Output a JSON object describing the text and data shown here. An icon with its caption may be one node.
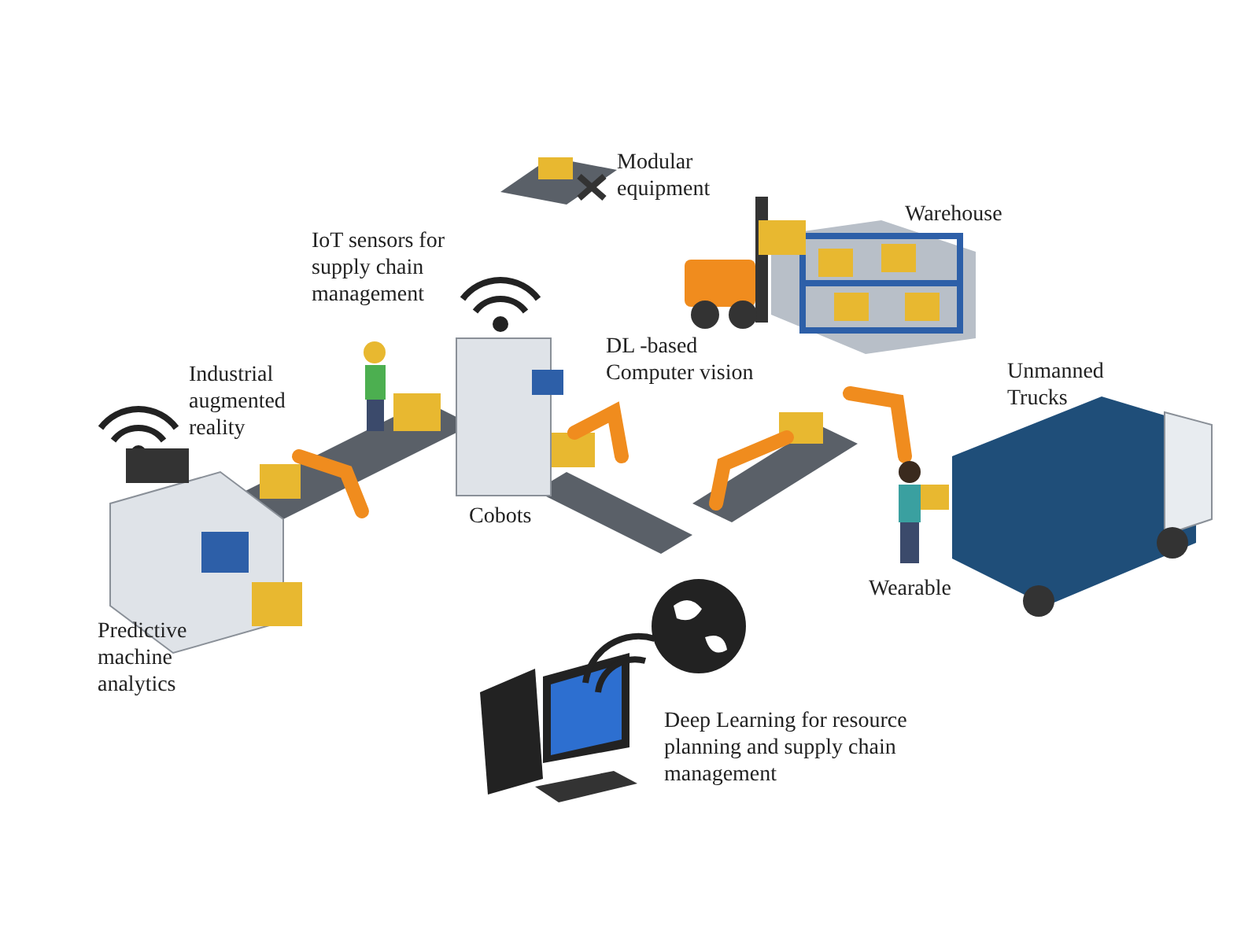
{
  "diagram": {
    "labels": [
      "Modular equipment",
      "Warehouse",
      "IoT sensors for supply chain management",
      "DL -based Computer vision",
      "Unmanned Trucks",
      "Industrial augmented reality",
      "Cobots",
      "Wearable",
      "Predictive machine analytics",
      "Deep Learning for resource planning and supply chain management"
    ]
  }
}
